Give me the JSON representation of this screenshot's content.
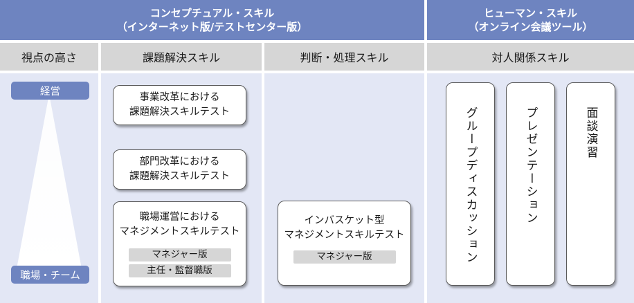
{
  "header": {
    "conceptual_line1": "コンセプチュアル・スキル",
    "conceptual_line2": "（インターネット版/テストセンター版）",
    "human_line1": "ヒューマン・スキル",
    "human_line2": "（オンライン会議ツール）"
  },
  "subheaders": {
    "viewpoint": "視点の高さ",
    "problem_solving": "課題解決スキル",
    "judgment": "判断・処理スキル",
    "interpersonal": "対人関係スキル"
  },
  "viewpoint": {
    "top": "経営",
    "bottom": "職場・チーム"
  },
  "problem_solving_tests": [
    {
      "line1": "事業改革における",
      "line2": "課題解決スキルテスト"
    },
    {
      "line1": "部門改革における",
      "line2": "課題解決スキルテスト"
    },
    {
      "line1": "職場運営における",
      "line2": "マネジメントスキルテスト",
      "tags": [
        "マネジャー版",
        "主任・監督職版"
      ]
    }
  ],
  "judgment_test": {
    "line1": "インバスケット型",
    "line2": "マネジメントスキルテスト",
    "tag": "マネジャー版"
  },
  "interpersonal_tests": [
    "グループディスカッション",
    "プレゼンテーション",
    "面談演習"
  ]
}
